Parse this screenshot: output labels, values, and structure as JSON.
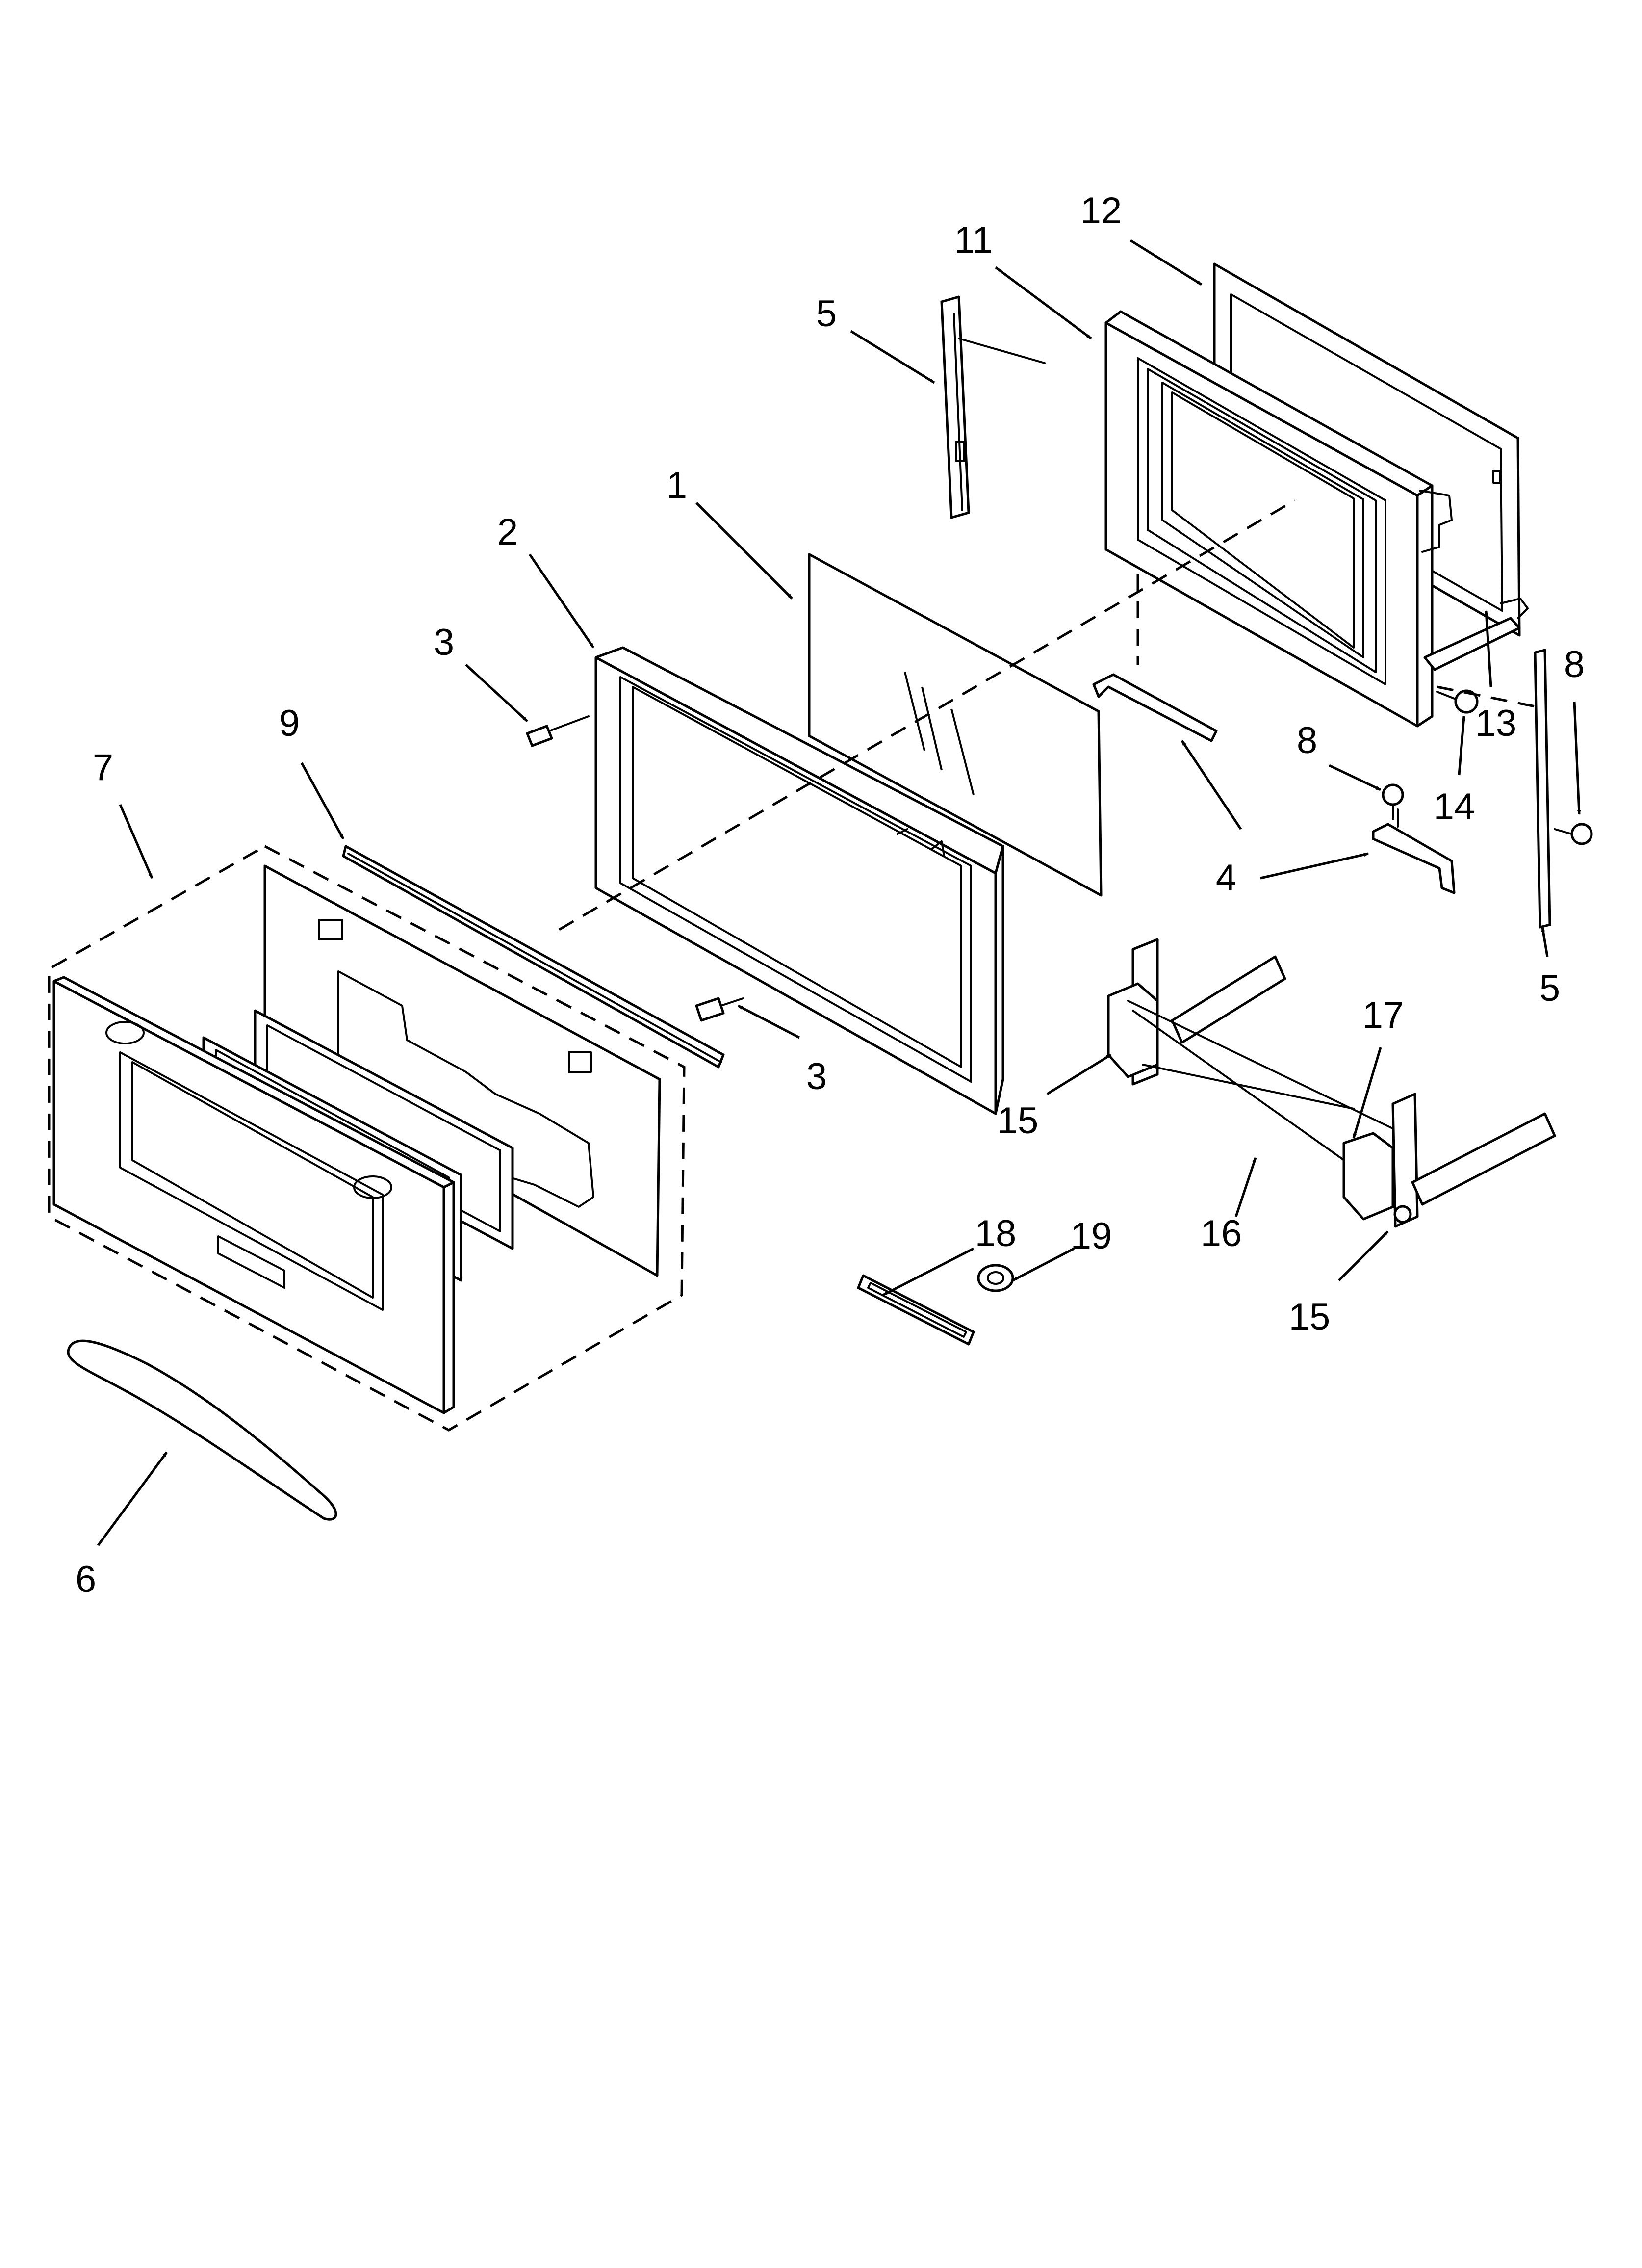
{
  "diagram": {
    "callouts": [
      {
        "id": "c1",
        "label": "1"
      },
      {
        "id": "c2",
        "label": "2"
      },
      {
        "id": "c3a",
        "label": "3"
      },
      {
        "id": "c3b",
        "label": "3"
      },
      {
        "id": "c4a",
        "label": "4"
      },
      {
        "id": "c5a",
        "label": "5"
      },
      {
        "id": "c5b",
        "label": "5"
      },
      {
        "id": "c6",
        "label": "6"
      },
      {
        "id": "c7",
        "label": "7"
      },
      {
        "id": "c8a",
        "label": "8"
      },
      {
        "id": "c8b",
        "label": "8"
      },
      {
        "id": "c9",
        "label": "9"
      },
      {
        "id": "c11",
        "label": "11"
      },
      {
        "id": "c12",
        "label": "12"
      },
      {
        "id": "c13",
        "label": "13"
      },
      {
        "id": "c14",
        "label": "14"
      },
      {
        "id": "c15a",
        "label": "15"
      },
      {
        "id": "c15b",
        "label": "15"
      },
      {
        "id": "c16",
        "label": "16"
      },
      {
        "id": "c17",
        "label": "17"
      },
      {
        "id": "c18",
        "label": "18"
      },
      {
        "id": "c19",
        "label": "19"
      }
    ]
  }
}
